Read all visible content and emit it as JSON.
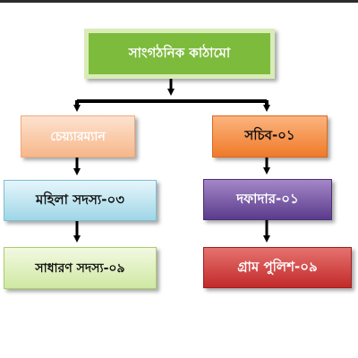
{
  "org_chart": {
    "root": {
      "label": "সাংগঠনিক কাঠামো",
      "color": "#7dbb3c"
    },
    "left_branch": {
      "head": {
        "label": "চেয়্যারম্যান",
        "color": "#f7b78a"
      },
      "level2": {
        "label": "মহিলা সদস্য-০৩",
        "color": "#9fd6e7"
      },
      "level3": {
        "label": "সাধারণ সদস্য-০৯",
        "color": "#cfe8a2"
      }
    },
    "right_branch": {
      "head": {
        "label": "সচিব-০১",
        "color": "#ef7a28"
      },
      "level2": {
        "label": "দফাদার-০১",
        "color": "#5b3b8c"
      },
      "level3": {
        "label": "গ্রাম পুলিশ-০৯",
        "color": "#c22a2a"
      }
    }
  }
}
